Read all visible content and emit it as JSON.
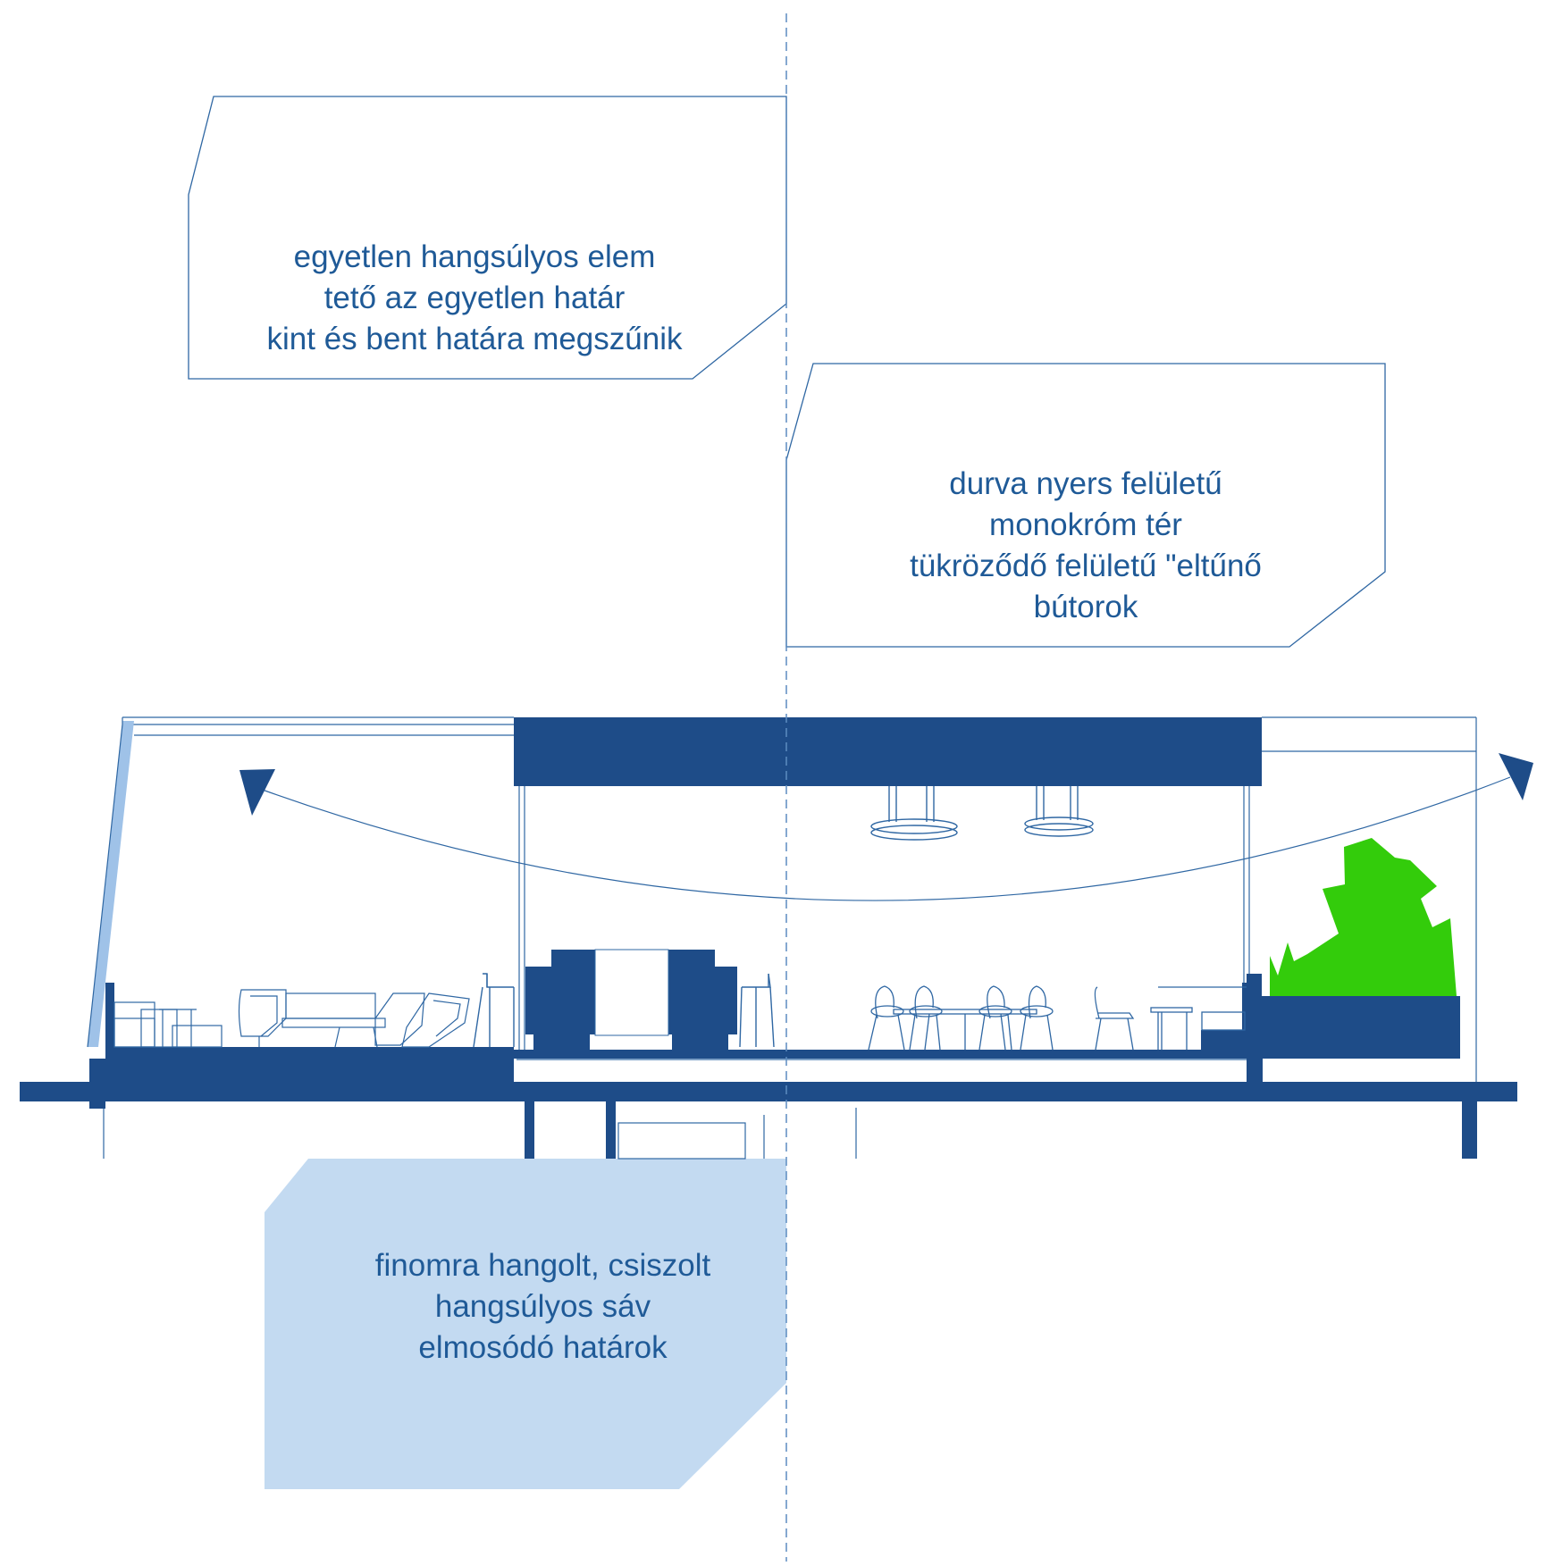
{
  "diagram": {
    "colors": {
      "primary": "#1e4c88",
      "text": "#1f5a97",
      "outline": "#2f67a3",
      "pale": "#c3daf1",
      "glass": "#9fc2e8",
      "plant": "#33cc0b"
    },
    "callouts": {
      "top_left": {
        "lines": [
          "egyetlen hangsúlyos elem",
          "tető az egyetlen határ",
          "kint és bent határa megszűnik"
        ]
      },
      "middle_right": {
        "lines": [
          "durva nyers felületű",
          "monokróm tér",
          "tükröződő felületű \"eltűnő",
          "bútorok"
        ]
      },
      "bottom_left": {
        "lines": [
          "finomra hangolt, csiszolt",
          "hangsúlyos sáv",
          "elmosódó határok"
        ]
      }
    }
  }
}
